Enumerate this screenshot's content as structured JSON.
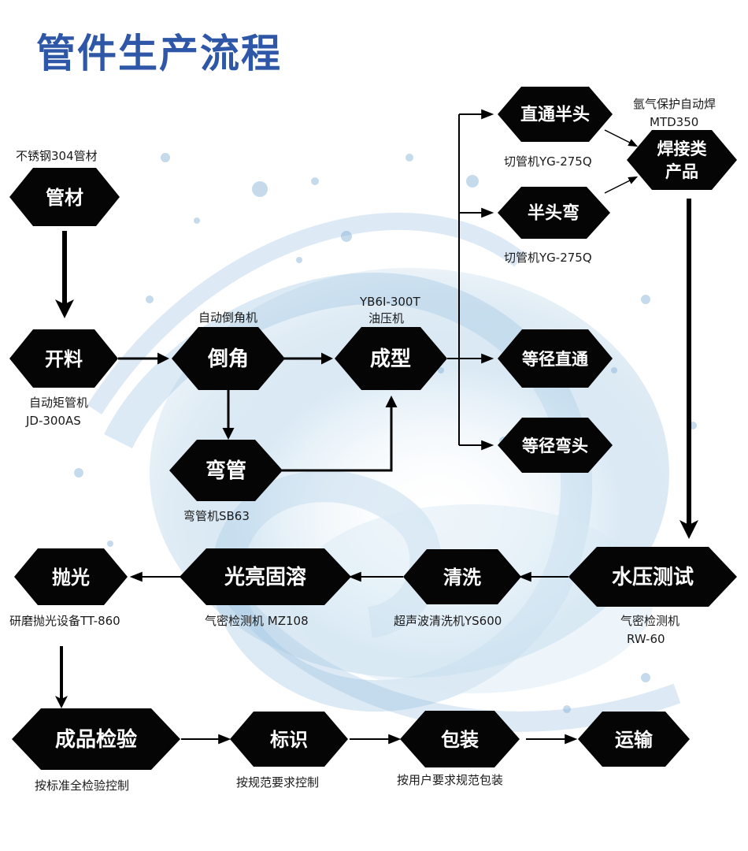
{
  "title": "管件生产流程",
  "nodes": {
    "guancai": "管材",
    "kailiao": "开料",
    "daojiao": "倒角",
    "chengxing": "成型",
    "wanguan": "弯管",
    "zhitong_bantou": "直通半头",
    "bantouwan": "半头弯",
    "dengjing_zhitong": "等径直通",
    "dengjing_wantou": "等径弯头",
    "hanjie_line1": "焊接类",
    "hanjie_line2": "产品",
    "shuiya": "水压测试",
    "qingxi": "清洗",
    "guangliang": "光亮固溶",
    "paoguang": "抛光",
    "jianyan": "成品检验",
    "biaoshi": "标识",
    "baozhuang": "包装",
    "yunshu": "运输"
  },
  "captions": {
    "guancai": "不锈钢304管材",
    "kailiao_1": "自动矩管机",
    "kailiao_2": "JD-300AS",
    "daojiao": "自动倒角机",
    "chengxing_1": "YB6I-300T",
    "chengxing_2": "油压机",
    "wanguan": "弯管机SB63",
    "zhitong": "切管机YG-275Q",
    "bantouwan": "切管机YG-275Q",
    "hanjie_1": "氩气保护自动焊",
    "hanjie_2": "MTD350",
    "shuiya_1": "气密检测机",
    "shuiya_2": "RW-60",
    "qingxi": "超声波清洗机YS600",
    "guangliang": "气密检测机 MZ108",
    "paoguang": "研磨抛光设备TT-860",
    "jianyan": "按标准全检验控制",
    "biaoshi": "按规范要求控制",
    "baozhuang": "按用户要求规范包装"
  },
  "colors": {
    "title": "#2e57a8",
    "node_fill": "#050505",
    "node_text": "#ffffff",
    "arrow": "#000000",
    "water": "#7fb0d4"
  }
}
